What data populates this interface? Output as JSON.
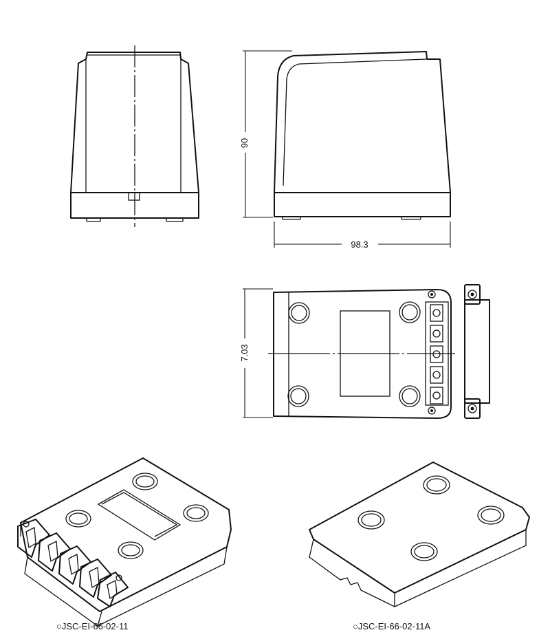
{
  "dimensions": {
    "height": "90",
    "width": "98.3",
    "depth": "7.03"
  },
  "captions": {
    "left": "JSC-EI-66-02-11",
    "right": "JSC-EI-66-02-11A"
  }
}
